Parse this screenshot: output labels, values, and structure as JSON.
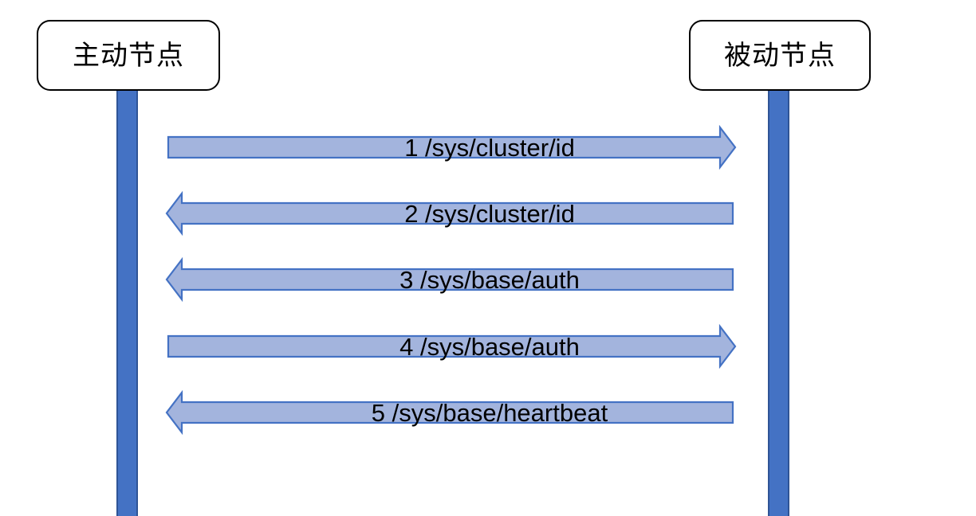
{
  "diagram": {
    "title": "",
    "participants": [
      {
        "id": "active",
        "label": "主动节点"
      },
      {
        "id": "passive",
        "label": "被动节点"
      }
    ],
    "messages": [
      {
        "number": "1",
        "path": "/sys/cluster/id",
        "label": "1 /sys/cluster/id",
        "direction": "right"
      },
      {
        "number": "2",
        "path": "/sys/cluster/id",
        "label": "2 /sys/cluster/id",
        "direction": "left"
      },
      {
        "number": "3",
        "path": "/sys/base/auth",
        "label": "3 /sys/base/auth",
        "direction": "left"
      },
      {
        "number": "4",
        "path": "/sys/base/auth",
        "label": "4 /sys/base/auth",
        "direction": "right"
      },
      {
        "number": "5",
        "path": "/sys/base/heartbeat",
        "label": "5 /sys/base/heartbeat",
        "direction": "left"
      }
    ],
    "colors": {
      "lifeline_fill": "#4472c4",
      "lifeline_border": "#2f5496",
      "arrow_fill": "#a3b4dd",
      "arrow_border": "#4472c4",
      "box_border": "#000000",
      "box_fill": "#ffffff",
      "text": "#000000",
      "background": "#ffffff"
    }
  }
}
